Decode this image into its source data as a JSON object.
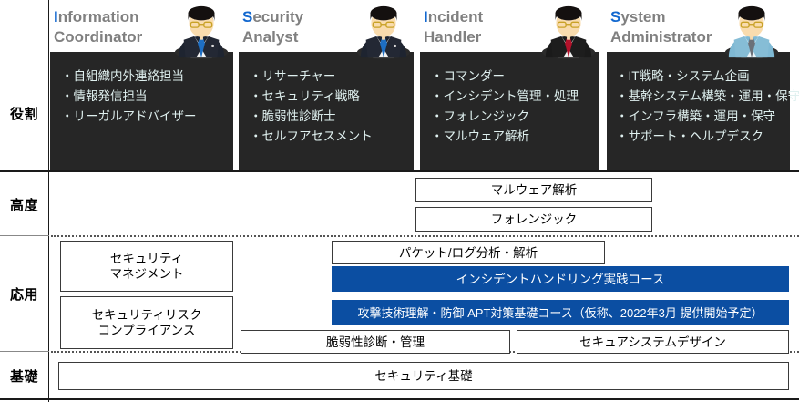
{
  "rows": [
    {
      "key": "yakuwari",
      "label": "役割"
    },
    {
      "key": "kodo",
      "label": "高度"
    },
    {
      "key": "oyo",
      "label": "応用"
    },
    {
      "key": "kiso",
      "label": "基礎"
    }
  ],
  "roles": [
    {
      "initial": "I",
      "title_rest": "nformation",
      "title_line2": "Coordinator",
      "avatar": "avatar-dark-suit-blue-tie",
      "items": [
        "・自組織内外連絡担当",
        "・情報発信担当",
        "・リーガルアドバイザー"
      ]
    },
    {
      "initial": "S",
      "title_rest": "ecurity",
      "title_line2": "Analyst",
      "avatar": "avatar-dark-suit-blue-tie",
      "items": [
        "・リサーチャー",
        "・セキュリティ戦略",
        "・脆弱性診断士",
        "・セルフアセスメント"
      ]
    },
    {
      "initial": "I",
      "title_rest": "ncident",
      "title_line2": "Handler",
      "avatar": "avatar-dark-suit-red-tie",
      "items": [
        "・コマンダー",
        "・インシデント管理・処理",
        "・フォレンジック",
        "・マルウェア解析"
      ]
    },
    {
      "initial": "S",
      "title_rest": "ystem",
      "title_line2": "Administrator",
      "avatar": "avatar-lightblue-shirt",
      "items": [
        "・IT戦略・システム企画",
        "・基幹システム構築・運用・保守",
        "・インフラ構築・運用・保守",
        "・サポート・ヘルプデスク"
      ]
    }
  ],
  "advanced_boxes": [
    {
      "label": "マルウェア解析",
      "style": "white"
    },
    {
      "label": "フォレンジック",
      "style": "white"
    }
  ],
  "applied_boxes": [
    {
      "label": "セキュリティ\nマネジメント",
      "style": "white"
    },
    {
      "label": "セキュリティリスク\nコンプライアンス",
      "style": "white"
    },
    {
      "label": "パケット/ログ分析・解析",
      "style": "white"
    },
    {
      "label": "インシデントハンドリング実践コース",
      "style": "blue"
    },
    {
      "label": "攻撃技術理解・防御 APT対策基礎コース（仮称、2022年3月 提供開始予定）",
      "style": "blue"
    },
    {
      "label": "脆弱性診断・管理",
      "style": "white"
    },
    {
      "label": "セキュアシステムデザイン",
      "style": "white"
    }
  ],
  "basic_boxes": [
    {
      "label": "セキュリティ基礎",
      "style": "white"
    }
  ],
  "colors": {
    "panel_dark": "#262626",
    "accent_blue": "#0b4ea2",
    "title_initial_blue": "#1268cf",
    "title_gray": "#808080",
    "panel_text": "#dff0ef",
    "rule": "#1a1a1a"
  }
}
